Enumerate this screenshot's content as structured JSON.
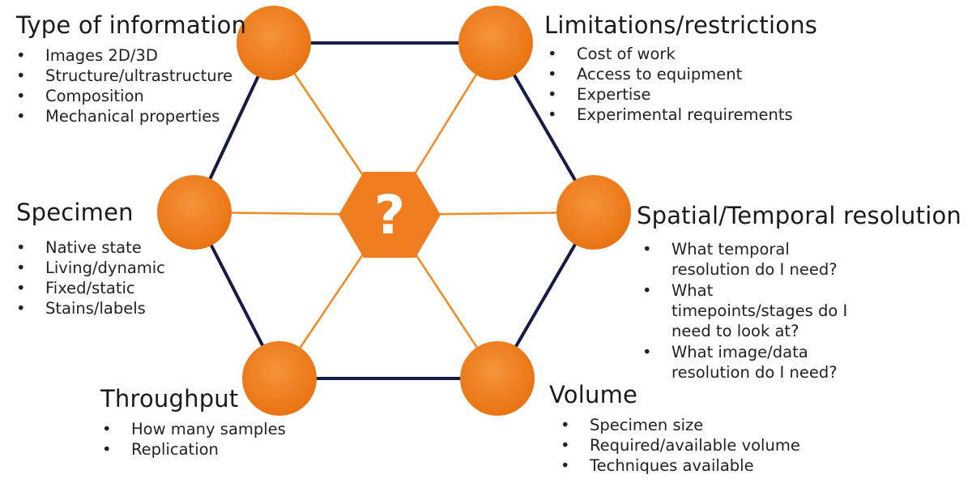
{
  "colors": {
    "node_fill": "#f07d20",
    "node_dark": "#e46c10",
    "outer_edges": "#141b46",
    "inner_spokes": "#ef8a20",
    "center_text": "#ffffff"
  },
  "center": {
    "symbol": "?"
  },
  "groups": [
    {
      "id": "type-of-information",
      "title": "Type of information",
      "items": [
        "Images 2D/3D",
        "Structure/ultrastructure",
        "Composition",
        "Mechanical properties"
      ]
    },
    {
      "id": "limitations",
      "title": "Limitations/restrictions",
      "items": [
        "Cost of work",
        "Access to equipment",
        "Expertise",
        "Experimental requirements"
      ]
    },
    {
      "id": "specimen",
      "title": "Specimen",
      "items": [
        "Native state",
        "Living/dynamic",
        "Fixed/static",
        "Stains/labels"
      ]
    },
    {
      "id": "spatial-temporal",
      "title": "Spatial/Temporal resolution",
      "items": [
        "What temporal resolution do I need?",
        "What timepoints/stages do I need to look at?",
        "What image/data resolution do I need?"
      ]
    },
    {
      "id": "throughput",
      "title": "Throughput",
      "items": [
        "How many samples",
        "Replication"
      ]
    },
    {
      "id": "volume",
      "title": "Volume",
      "items": [
        "Specimen size",
        "Required/available volume",
        "Techniques available"
      ]
    }
  ]
}
